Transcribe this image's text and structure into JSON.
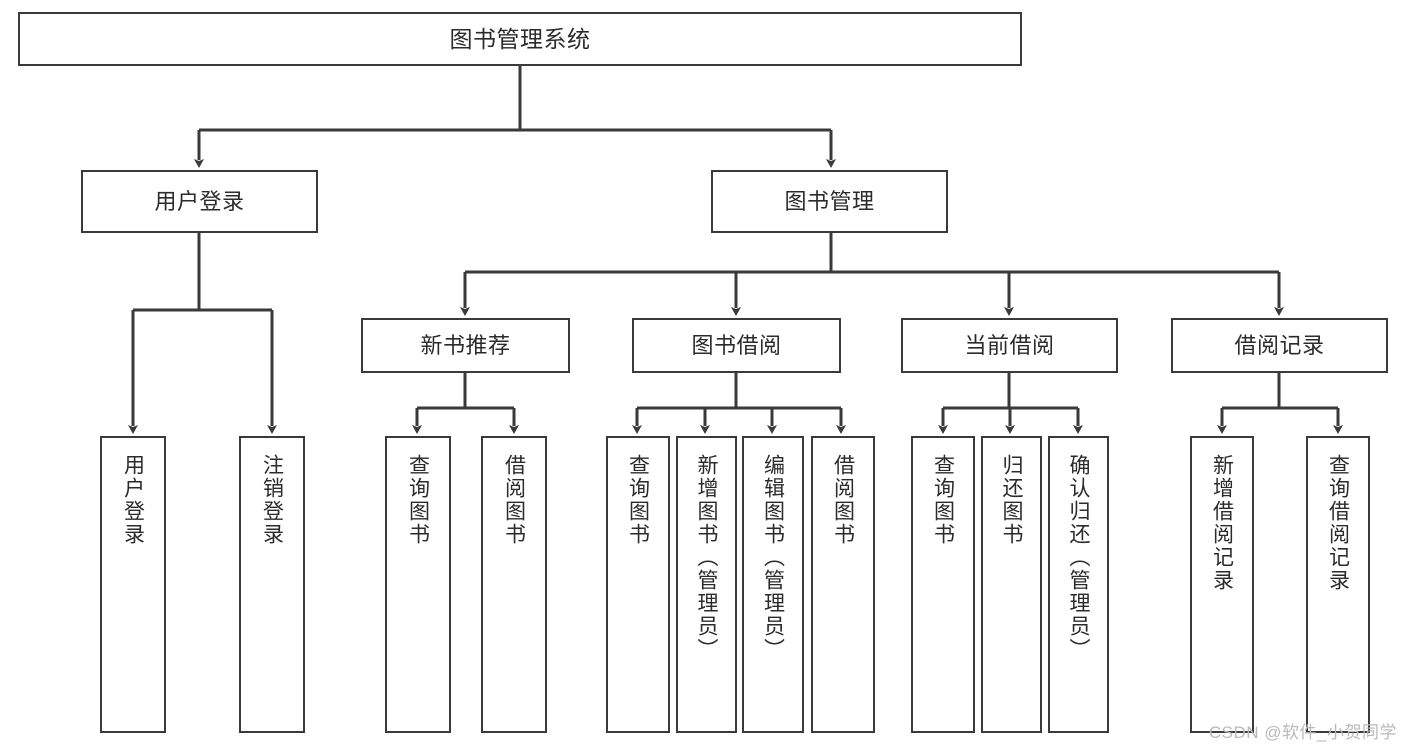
{
  "diagram": {
    "title": "图书管理系统",
    "type": "tree-hierarchy",
    "watermark": "CSDN @软件_小贺同学",
    "colors": {
      "stroke": "#3a3a3a",
      "fill": "#ffffff",
      "text": "#2b2b2b",
      "watermark": "#b9b9b9"
    },
    "root": {
      "label": "图书管理系统"
    },
    "level2": [
      {
        "label": "用户登录"
      },
      {
        "label": "图书管理"
      }
    ],
    "level3": [
      {
        "label": "新书推荐"
      },
      {
        "label": "图书借阅"
      },
      {
        "label": "当前借阅"
      },
      {
        "label": "借阅记录"
      }
    ],
    "leaves": {
      "user_login": [
        {
          "label": "用户登录"
        },
        {
          "label": "注销登录"
        }
      ],
      "new_book_recommend": [
        {
          "label": "查询图书"
        },
        {
          "label": "借阅图书"
        }
      ],
      "book_borrow": [
        {
          "label": "查询图书"
        },
        {
          "label": "新增图书（管理员）"
        },
        {
          "label": "编辑图书（管理员）"
        },
        {
          "label": "借阅图书"
        }
      ],
      "current_borrow": [
        {
          "label": "查询图书"
        },
        {
          "label": "归还图书"
        },
        {
          "label": "确认归还（管理员）"
        }
      ],
      "borrow_record": [
        {
          "label": "新增借阅记录"
        },
        {
          "label": "查询借阅记录"
        }
      ]
    }
  }
}
